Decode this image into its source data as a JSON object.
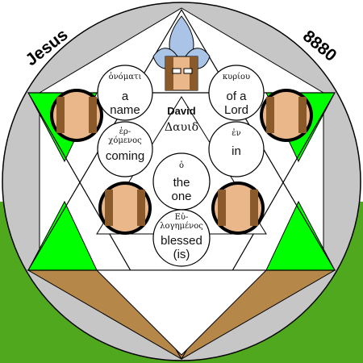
{
  "corner_left": "Jesus",
  "corner_right": "8880",
  "center": {
    "english": "David",
    "greek": "Δαυιδ"
  },
  "circles": [
    {
      "greek": "ὀνόματι",
      "line1": "a",
      "line2": "name"
    },
    {
      "greek": "κυρίου",
      "line1": "of a",
      "line2": "Lord"
    },
    {
      "greek": "ἐρ-\nχόμενος",
      "line1": "coming",
      "line2": ""
    },
    {
      "greek": "ἐν",
      "line1": "in",
      "line2": ""
    },
    {
      "greek": "ὁ",
      "line1": "the",
      "line2": "one"
    },
    {
      "greek": "Εὐ-\nλογημένος",
      "line1": "blessed",
      "line2": "(is)"
    }
  ],
  "colors": {
    "background_top": "#ffffff",
    "grass": "#4fa81e",
    "ground": "#b5884a",
    "outer_circle": "#c6c6c6",
    "star_green": "#00ff00",
    "petal_blue": "#a9c4e6"
  }
}
